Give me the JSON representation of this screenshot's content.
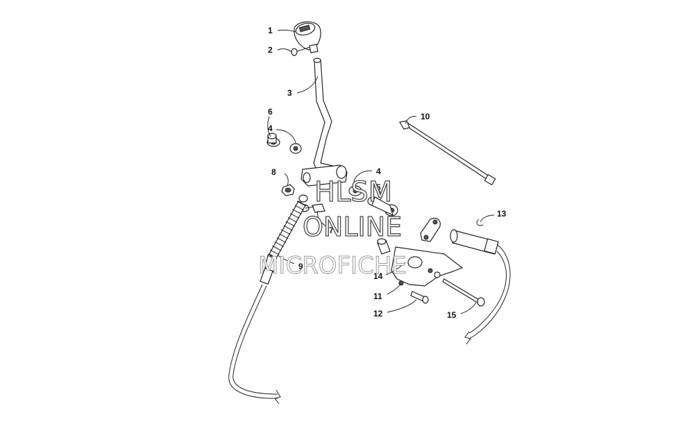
{
  "callouts": {
    "c1": "1",
    "c2": "2",
    "c3": "3",
    "c4a": "4",
    "c4b": "4",
    "c5": "5",
    "c6": "6",
    "c7": "7",
    "c8": "8",
    "c9": "9",
    "c10": "10",
    "c11": "11",
    "c12": "12",
    "c13": "13",
    "c14": "14",
    "c15": "15"
  },
  "watermark": {
    "line1": "HLSM",
    "line2": "ONLINE",
    "line3": "MICROFICHE"
  },
  "colors": {
    "line": "#222222",
    "watermark_outline": "#4a4a4a"
  }
}
